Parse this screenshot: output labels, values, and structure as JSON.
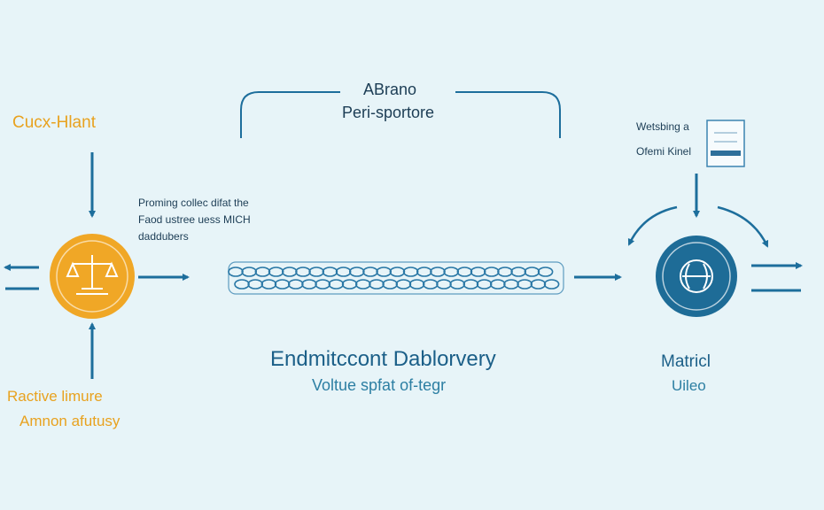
{
  "colors": {
    "background": "#e7f4f8",
    "accent_orange": "#f0a726",
    "accent_blue": "#1e6c97",
    "arrow_blue": "#1d6e9c",
    "text_dark": "#1c3d55"
  },
  "left_node": {
    "icon": "scale-icon",
    "title": "Cucx-Hlant",
    "caption_line1": "Ractive limure",
    "caption_line2": "Amnon afutusy"
  },
  "top_bracket": {
    "line1": "ABrano",
    "line2": "Peri-sportore"
  },
  "middle_note": {
    "line1": "Proming collec difat the",
    "line2": "Faod ustree uess MICH",
    "line3": "daddubers"
  },
  "pipeline": {
    "title": "Endmitccont Dablorvery",
    "subtitle": "Voltue spfat of-tegr"
  },
  "right_panel": {
    "label_line1": "Wetsbing a",
    "label_line2": "Ofemi Kinel",
    "icon": "document-icon"
  },
  "right_node": {
    "icon": "globe-icon",
    "title": "Matricl",
    "subtitle": "Uileo"
  }
}
